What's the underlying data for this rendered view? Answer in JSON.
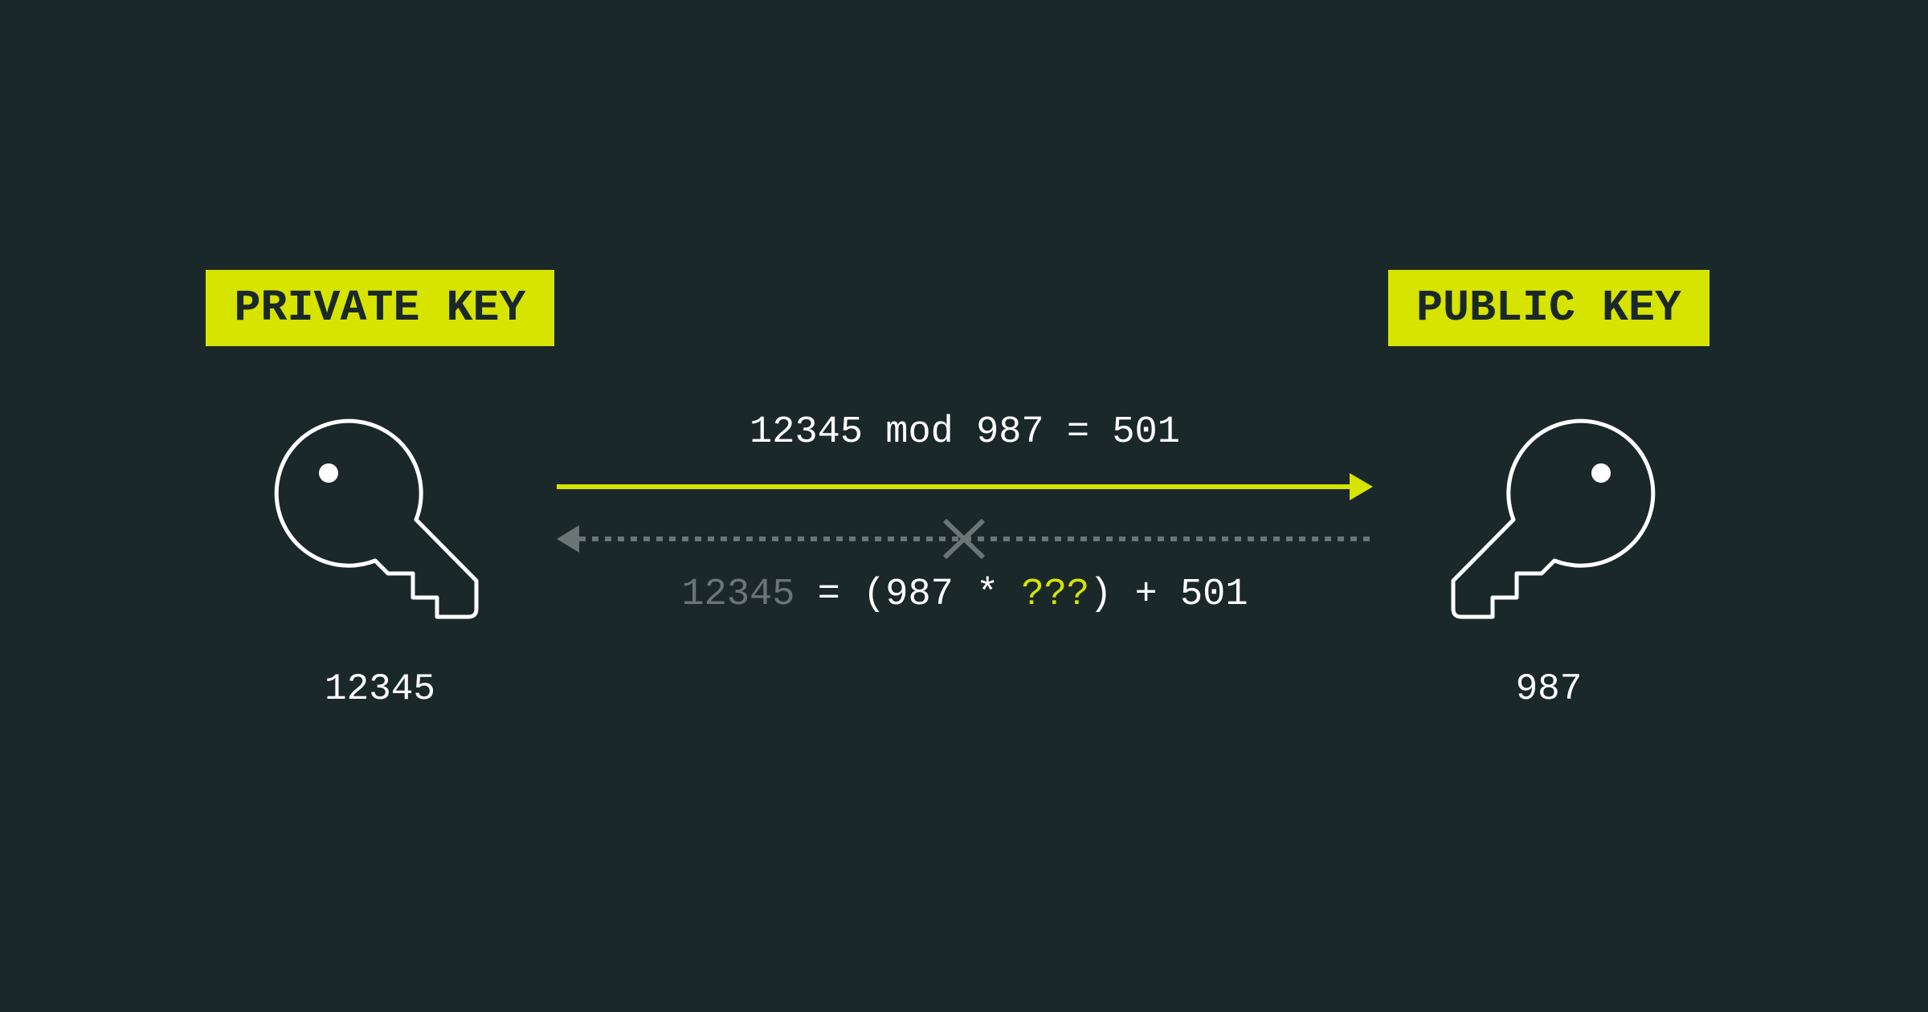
{
  "colors": {
    "background": "#1b2829",
    "accent": "#d6e400",
    "muted": "#6b7576",
    "text": "#ffffff"
  },
  "private_key": {
    "label": "PRIVATE KEY",
    "value": "12345",
    "icon": "key-icon"
  },
  "public_key": {
    "label": "PUBLIC KEY",
    "value": "987",
    "icon": "key-icon"
  },
  "forward": {
    "formula": "12345 mod 987 = 501",
    "arrow": "solid-right-arrow"
  },
  "reverse": {
    "unknown_operand": "12345",
    "equals": " = (987 * ",
    "unknown": "???",
    "rest": ") + 501",
    "arrow": "dotted-left-arrow",
    "blocked_icon": "x-icon"
  }
}
